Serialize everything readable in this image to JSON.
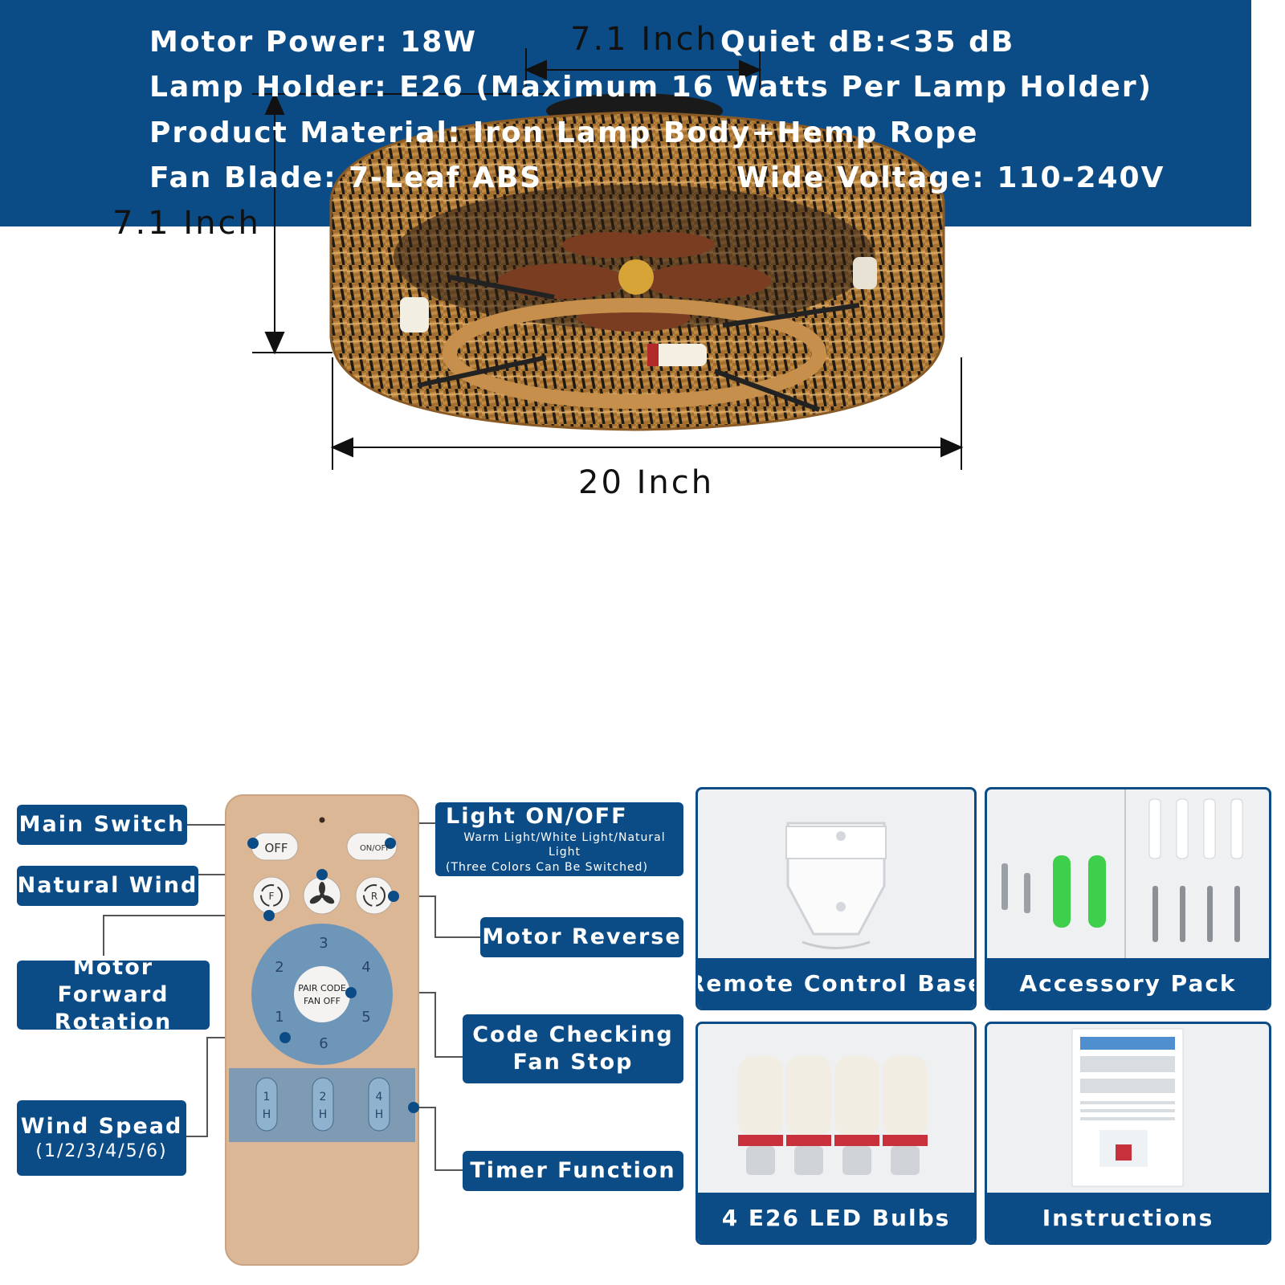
{
  "dimensions": {
    "top_width": "7.1 Inch",
    "height": "7.1 Inch",
    "diameter": "20 Inch"
  },
  "specs": {
    "motor_power": "Motor Power: 18W",
    "quiet": "Quiet dB:<35 dB",
    "lamp_holder": "Lamp Holder: E26 (Maximum 16 Watts Per Lamp Holder)",
    "material": "Product Material: Iron Lamp Body+Hemp Rope",
    "fan_blade": "Fan Blade: 7-Leaf ABS",
    "voltage": "Wide Voltage: 110-240V"
  },
  "remote_labels": {
    "main_switch": "Main Switch",
    "natural_wind": "Natural Wind",
    "motor_forward_line1": "Motor Forward",
    "motor_forward_line2": "Rotation",
    "wind_speed_line1": "Wind Spead",
    "wind_speed_line2": "(1/2/3/4/5/6)",
    "light_onoff": "Light ON/OFF",
    "light_sub1": "Warm Light/White Light/Natural Light",
    "light_sub2": "(Three Colors Can Be Switched)",
    "motor_reverse": "Motor Reverse",
    "code_checking_line1": "Code Checking",
    "code_checking_line2": "Fan Stop",
    "timer_function": "Timer Function"
  },
  "remote_buttons": {
    "off": "OFF",
    "onoff": "ON/OFF",
    "forward": "F",
    "reverse": "R",
    "pair_code": "PAIR CODE",
    "fan_off": "FAN OFF",
    "speeds": [
      "1",
      "2",
      "3",
      "4",
      "5",
      "6"
    ],
    "timers": [
      {
        "num": "1",
        "unit": "H"
      },
      {
        "num": "2",
        "unit": "H"
      },
      {
        "num": "4",
        "unit": "H"
      }
    ]
  },
  "accessories": {
    "base": "Remote Control Base",
    "pack": "Accessory Pack",
    "bulbs": "4 E26 LED Bulbs",
    "instructions": "Instructions"
  },
  "colors": {
    "brand_blue": "#0c4c86",
    "remote_body": "#d9b595",
    "dial": "#6e96b8",
    "rattan": "#c6904c"
  }
}
